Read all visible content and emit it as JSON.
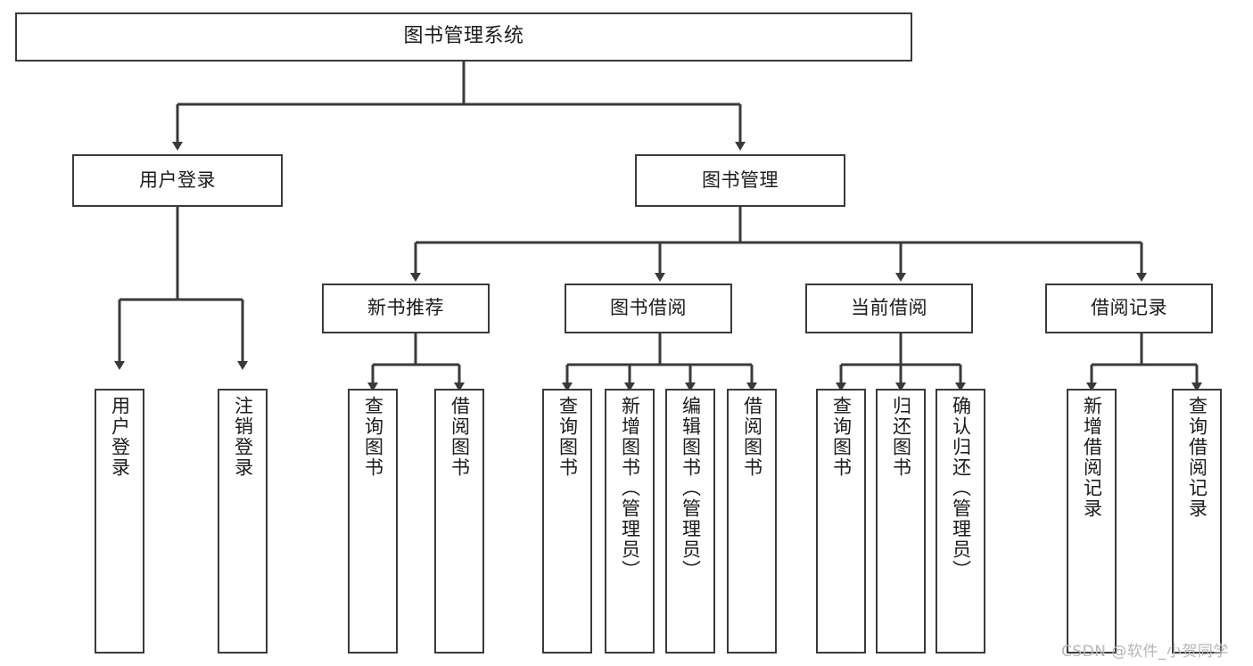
{
  "diagram": {
    "type": "tree",
    "title": "图书管理系统",
    "root": {
      "label": "图书管理系统"
    },
    "level1": [
      {
        "label": "用户登录"
      },
      {
        "label": "图书管理"
      }
    ],
    "level2": [
      {
        "label": "新书推荐"
      },
      {
        "label": "图书借阅"
      },
      {
        "label": "当前借阅"
      },
      {
        "label": "借阅记录"
      }
    ],
    "leaves": {
      "user_login": [
        {
          "label": "用户登录"
        },
        {
          "label": "注销登录"
        }
      ],
      "new_book_recommend": [
        {
          "label": "查询图书"
        },
        {
          "label": "借阅图书"
        }
      ],
      "book_borrow": [
        {
          "label": "查询图书"
        },
        {
          "label": "新增图书（管理员）"
        },
        {
          "label": "编辑图书（管理员）"
        },
        {
          "label": "借阅图书"
        }
      ],
      "current_borrow": [
        {
          "label": "查询图书"
        },
        {
          "label": "归还图书"
        },
        {
          "label": "确认归还（管理员）"
        }
      ],
      "borrow_record": [
        {
          "label": "新增借阅记录"
        },
        {
          "label": "查询借阅记录"
        }
      ]
    }
  },
  "watermark": {
    "text": "CSDN @软件_小贺同学"
  },
  "colors": {
    "stroke": "#3a3a3a",
    "text": "#1b1b1b",
    "background": "#ffffff",
    "watermark": "#b7b7b7"
  }
}
